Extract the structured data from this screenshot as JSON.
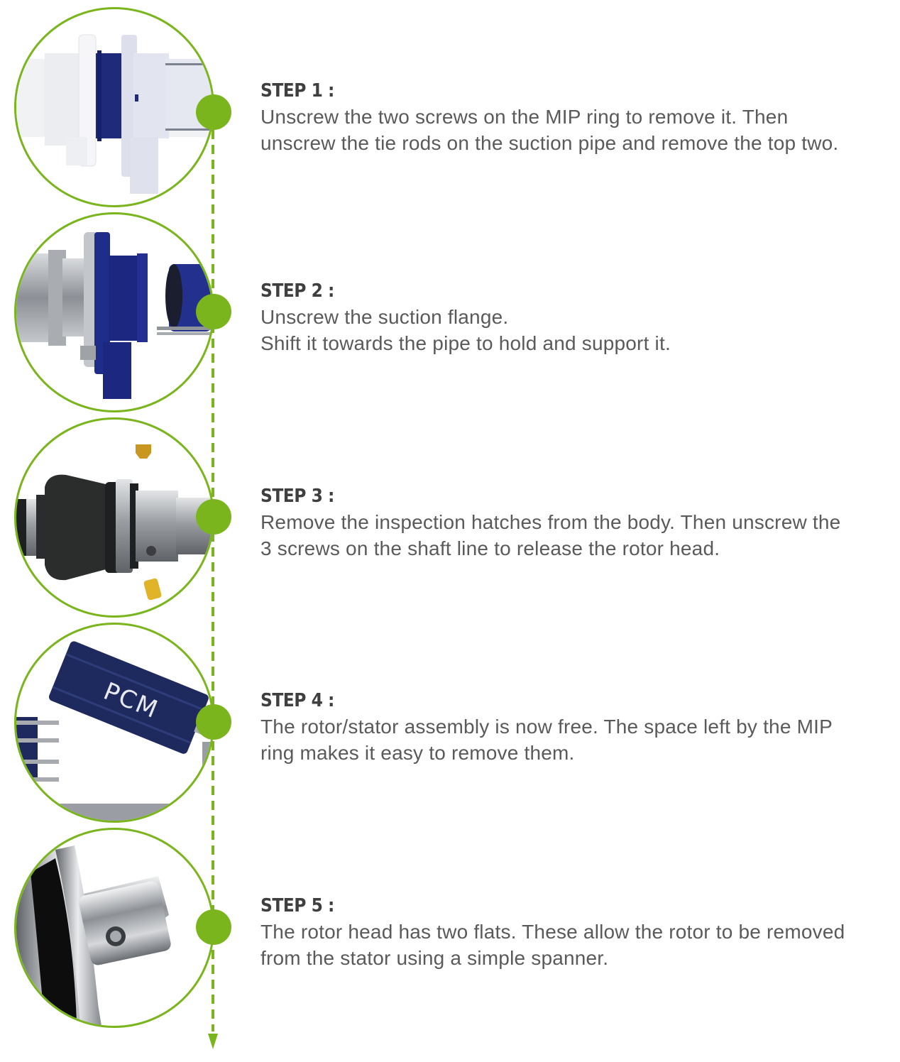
{
  "colors": {
    "accent": "#7ab51d",
    "title": "#3f3f3f",
    "body": "#5a5a5a",
    "pump_blue": "#1e2a78",
    "steel": "#b8bcc2",
    "brass": "#d4a82a"
  },
  "timeline": {
    "icon": "dashed-arrow-down-icon"
  },
  "steps": [
    {
      "title": "STEP 1 :",
      "lines": [
        "Unscrew the two screws on the MIP ring to remove it. Then",
        "unscrew the tie rods on the suction pipe and remove the top two."
      ],
      "image": "pump-assembly-mip-ring-image"
    },
    {
      "title": "STEP 2 :",
      "lines": [
        "Unscrew the suction flange.",
        "Shift it towards the pipe to hold and support it."
      ],
      "image": "suction-flange-image"
    },
    {
      "title": "STEP 3 :",
      "lines": [
        "Remove the inspection hatches from the body. Then unscrew the",
        "3 screws on the shaft line to release the rotor head."
      ],
      "image": "rotor-head-screws-image"
    },
    {
      "title": "STEP 4 :",
      "lines": [
        "The rotor/stator assembly is now free. The space left by the MIP",
        "ring makes it easy to remove them."
      ],
      "image": "rotor-stator-assembly-image",
      "image_label": "PCM"
    },
    {
      "title": "STEP 5 :",
      "lines": [
        "The rotor head has two flats. These allow the rotor to be removed",
        "from the stator using a simple spanner."
      ],
      "image": "rotor-head-flats-image"
    }
  ]
}
